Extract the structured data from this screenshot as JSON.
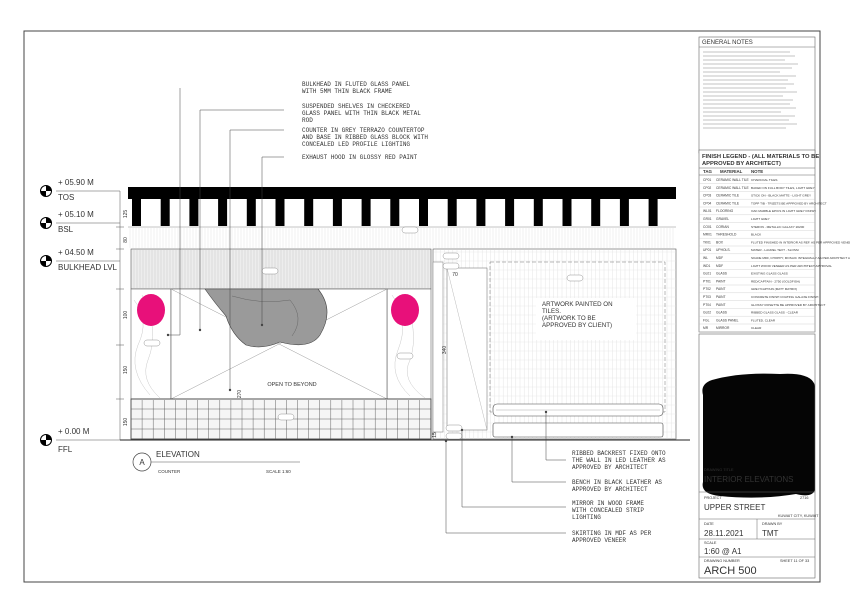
{
  "levels": [
    {
      "value": "+ 05.90 M",
      "name": "TOS"
    },
    {
      "value": "+ 05.10 M",
      "name": "BSL"
    },
    {
      "value": "+ 04.50 M",
      "name": "BULKHEAD LVL"
    },
    {
      "value": "+ 0.00 M",
      "name": "FFL"
    }
  ],
  "dims": {
    "d125": "125",
    "d80": "80",
    "d100": "100",
    "d150": "150",
    "d150b": "150",
    "d70": "70",
    "d340": "340",
    "d270": "270",
    "d15": "15"
  },
  "top_notes": [
    "BULKHEAD IN FLUTED GLASS PANEL\nWITH 5MM THIN BLACK FRAME",
    "SUSPENDED SHELVES IN CHECKERED\nGLASS PANEL WITH THIN BLACK METAL\nROD",
    "COUNTER IN GREY TERRAZO COUNTERTOP\nAND BASE IN RIBBED GLASS BLOCK WITH\nCONCEALED LED PROFILE LIGHTING",
    "EXHAUST HOOD IN GLOSSY RED PAINT"
  ],
  "bottom_notes": [
    "RIBBED BACKREST FIXED ONTO\nTHE WALL IN LED LEATHER AS\nAPPROVED BY ARCHITECT",
    "BENCH IN BLACK LEATHER AS\nAPPROVED BY ARCHITECT",
    "MIRROR IN WOOD FRAME\nWITH CONCEALED STRIP\nLIGHTING",
    "SKIRTING IN MDF AS PER\nAPPROVED VENEER"
  ],
  "artwork_note": "ARTWORK PAINTED ON\nTILES.\n(ARTWORK TO BE\nAPPROVED BY CLIENT)",
  "open_to_beyond": "OPEN TO BEYOND",
  "elevation": {
    "marker": "A",
    "title": "ELEVATION",
    "sub": "COUNTER",
    "scale": "SCALE 1:60"
  },
  "general_notes": {
    "title": "GENERAL NOTES"
  },
  "finish_legend": {
    "title": "FINISH LEGEND - (ALL MATERIALS TO BE\nAPPROVED BY ARCHITECT)",
    "headers": [
      "TAG",
      "MATERIAL",
      "NOTE"
    ],
    "rows": [
      {
        "tag": "CP01",
        "material": "CERAMIC WALL TILE",
        "note": "CHARCOAL TILES"
      },
      {
        "tag": "CP02",
        "material": "CERAMIC WALL TILE",
        "note": "BAKED ON FULL BODY TILES, LIGHT GREY"
      },
      {
        "tag": "CP03",
        "material": "CERAMIC TILE",
        "note": "STICK ON - BLACK MATTE - LIGHT GREY"
      },
      {
        "tag": "CP04",
        "material": "CERAMIC TILE",
        "note": "TOPP TIB - TRIZETS BE APPROVED BY ARCHITECT"
      },
      {
        "tag": "WL01",
        "material": "FLOORING",
        "note": "OAK MARBLE EPICS IN LIGHT GREY FINISH"
      },
      {
        "tag": "GR01",
        "material": "GRAVEL",
        "note": "LIGHT GREY"
      },
      {
        "tag": "CO01",
        "material": "CORIAN",
        "note": "STERON - METALLIC GALAXY 20200"
      },
      {
        "tag": "MR01",
        "material": "THRESHOLD",
        "note": "BLACK"
      },
      {
        "tag": "TK01",
        "material": "BOX",
        "note": "FLUTED FINISHED IN INTERIOR AS REF. AS PER APPROVED VENEER"
      },
      {
        "tag": "UP01",
        "material": "UPHOLS.",
        "note": "MATER - LAUREL TEXT - SLOSSI"
      },
      {
        "tag": "WL",
        "material": "MDF",
        "note": "SKADE MDF, CHOPPY, MOSAIC INTEGRALLY AS PER ARCHITECT APPROVAL"
      },
      {
        "tag": "WD1",
        "material": "MDF",
        "note": "LIGHT WOOD VENEER AS PER ARCHITECT APPROVAL"
      },
      {
        "tag": "GL01",
        "material": "GLASS",
        "note": "EXISTING GLASS GLASS"
      },
      {
        "tag": "PT01",
        "material": "PAINT",
        "note": "RED/CAPTAIN - 2750 (GOLDFISH)"
      },
      {
        "tag": "PT02",
        "material": "PAINT",
        "note": "GREY/CAPTAIN (MATT MATRIX)"
      },
      {
        "tag": "PT03",
        "material": "PAINT",
        "note": "CONCRETE FINISH COATING GALAXE FINISH"
      },
      {
        "tag": "PT04",
        "material": "PAINT",
        "note": "GLOSSY ROSETTE BE APPROVED BY ARCHITECT"
      },
      {
        "tag": "GL02",
        "material": "GLASS",
        "note": "RIBBED GLASS GLASS - CLEAR"
      },
      {
        "tag": "FGL",
        "material": "GLASS PANEL",
        "note": "FLUTED, CLEAR"
      },
      {
        "tag": "MR",
        "material": "MIRROR",
        "note": "CLEAR"
      }
    ]
  },
  "title_block": {
    "drawing_title_label": "DRAWING TITLE",
    "drawing_title": "INTERIOR ELEVATIONS",
    "project_label": "PROJECT",
    "project_no": "2716",
    "project": "UPPER STREET",
    "location": "KUWAIT CITY, KUWAIT",
    "date_label": "DATE",
    "date": "28.11.2021",
    "drawn_label": "DRAWN BY",
    "drawn_by": "TMT",
    "scale_label": "SCALE",
    "scale": "1:60 @ A1",
    "drawing_number_label": "DRAWING NUMBER",
    "sheet": "SHEET 11 OF 33",
    "drawing_number": "ARCH 500"
  },
  "colors": {
    "accent": "#e8107a",
    "line": "#333333",
    "black": "#000000"
  }
}
